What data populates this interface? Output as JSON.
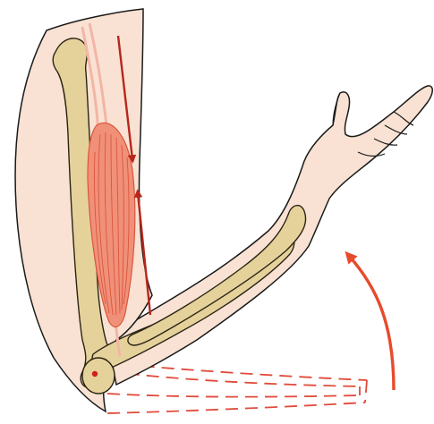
{
  "colors": {
    "skin": "#f9e2d3",
    "skin_outline": "#1a1a1a",
    "bone": "#e5d29b",
    "bone_outline": "#2b2414",
    "muscle": "#f19079",
    "muscle_light": "#f6b39f",
    "muscle_fiber": "#d9563b",
    "tendon": "#f3b5a6",
    "arrow_dark": "#b8261c",
    "arrow_bright": "#e84a2c",
    "ghost_outline": "#e04a3a",
    "joint_dot": "#d0211a"
  },
  "elements": {
    "upper_arm": "upper-arm-skin",
    "forearm": "forearm-skin",
    "hand": "hand-skin",
    "humerus": "humerus-bone",
    "radius": "radius-bone",
    "ulna": "ulna-bone",
    "biceps": "biceps-muscle",
    "contraction_arrows": "contraction-arrows",
    "motion_arrow": "flexion-arrow",
    "ghost_forearm": "extended-forearm-outline"
  }
}
